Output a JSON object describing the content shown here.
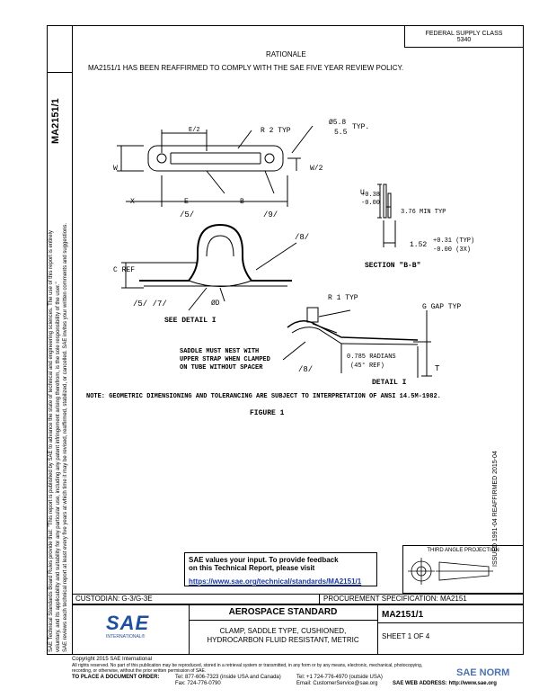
{
  "header": {
    "stamp_line1": "FEDERAL SUPPLY CLASS",
    "stamp_line2": "5340",
    "rationale_title": "RATIONALE",
    "rationale_text": "MA2151/1 HAS BEEN REAFFIRMED TO COMPLY WITH THE SAE FIVE YEAR REVIEW POLICY."
  },
  "sidebar": {
    "doc_number": "MA2151/1",
    "disclaimer_line1": "SAE Technical Standards Board Rules provide that: \"This report is published by SAE to advance the state of technical and engineering sciences. The use of this report is entirely",
    "disclaimer_line2": "voluntary, and its applicability and suitability for any particular use, including any patent infringement arising therefrom, is the sole responsibility of the user.\"",
    "disclaimer_line3": "SAE reviews each technical report at least every five years at which time it may be revised, reaffirmed, stabilized, or cancelled. SAE invites your written comments and suggestions."
  },
  "right_side": {
    "issue_text": "ISSUED 1991-04   REAFFIRMED 2015-04"
  },
  "drawing": {
    "labels": {
      "r2typ": "R 2 TYP",
      "phi": "Ø5.8",
      "phi2": "5.5",
      "typ": "TYP.",
      "e2": "E/2",
      "w": "W",
      "w2": "W/2",
      "x": "X",
      "e": "E",
      "b": "B",
      "note5": "/5/",
      "note9": "/9/",
      "note8a": "/8/",
      "cref": "C REF",
      "note57": "/5/ /7/",
      "phid": "ØD",
      "see_detail": "SEE DETAIL I",
      "u": "U",
      "tol1": "+0.38",
      "tol2": "-0.00",
      "minatyp": "3.76 MIN TYP",
      "val152": "1.52",
      "tol3": "+0.31 (TYP)",
      "tol4": "-0.00 (3X)",
      "section": "SECTION \"B-B\"",
      "r1typ": "R 1 TYP",
      "ggap": "G GAP TYP",
      "saddle1": "SADDLE MUST NEST WITH",
      "saddle2": "UPPER STRAP WHEN CLAMPED",
      "saddle3": "ON TUBE WITHOUT SPACER",
      "note8b": "/8/",
      "rad": "0.785 RADIANS",
      "deg": "(45° REF)",
      "detail": "DETAIL I",
      "t": "T",
      "note": "NOTE:  GEOMETRIC DIMENSIONING AND TOLERANCING ARE SUBJECT TO INTERPRETATION OF ANSI 14.5M-1982.",
      "figure": "FIGURE 1"
    }
  },
  "feedback": {
    "line1": "SAE values your input. To provide feedback",
    "line2": "on this Technical Report, please visit",
    "url": "https://www.sae.org/technical/standards/MA2151/1"
  },
  "projection": {
    "label": "THIRD ANGLE PROJECTION"
  },
  "titleblock": {
    "custodian": "CUSTODIAN: G-3/G-3E",
    "procurement": "PROCUREMENT SPECIFICATION: MA2151",
    "logo": "SAE",
    "logo_sub": "INTERNATIONAL®",
    "standard": "AEROSPACE STANDARD",
    "title1": "CLAMP, SADDLE TYPE, CUSHIONED,",
    "title2": "HYDROCARBON FLUID RESISTANT, METRIC",
    "number": "MA2151/1",
    "sheet": "SHEET 1 OF 4"
  },
  "footer": {
    "copyright": "Copyright 2015 SAE International",
    "rights1": "All rights reserved. No part of this publication may be reproduced, stored in a retrieval system or transmitted, in any form or by any means, electronic, mechanical, photocopying,",
    "rights2": "recording, or otherwise, without the prior written permission of SAE.",
    "order": "TO PLACE A DOCUMENT ORDER:",
    "tel1": "Tel: 877-606-7323 (inside USA and Canada)",
    "tel2": "Tel: +1 724-776-4970 (outside USA)",
    "fax": "Fax: 724-776-0790",
    "email": "Email: CustomerService@sae.org",
    "web": "SAE WEB ADDRESS: http://www.sae.org",
    "watermark": "SAE NORM"
  }
}
